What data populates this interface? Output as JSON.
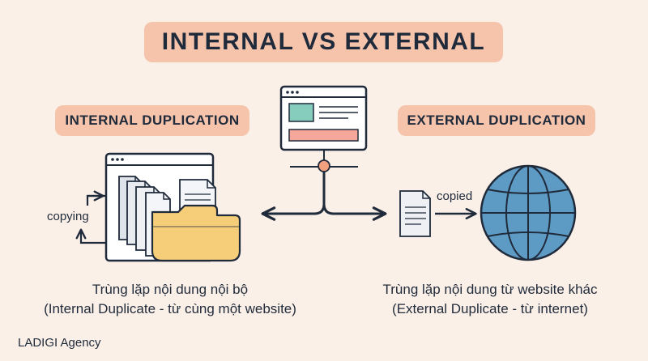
{
  "title": "INTERNAL VS EXTERNAL",
  "internal": {
    "label": "INTERNAL DUPLICATION",
    "action": "copying",
    "caption_line1": "Trùng lặp nội dung nội bộ",
    "caption_line2": "(Internal Duplicate - từ cùng một website)"
  },
  "external": {
    "label": "EXTERNAL DUPLICATION",
    "action": "copied",
    "caption_line1": "Trùng lặp nội dung từ website khác",
    "caption_line2": "(External Duplicate - từ internet)"
  },
  "brand": "LADIGI Agency",
  "colors": {
    "background": "#fbf0e8",
    "pill": "#f6c3ab",
    "outline": "#1f2a3a",
    "teal": "#86cdbd",
    "salmon": "#f4a79a",
    "folder": "#f6cd78",
    "globe": "#5e9bc4",
    "node": "#f2a07e"
  },
  "icons": [
    "browser-window-icon",
    "document-stack-icon",
    "folder-icon",
    "document-icon",
    "globe-icon",
    "split-arrow-icon"
  ]
}
